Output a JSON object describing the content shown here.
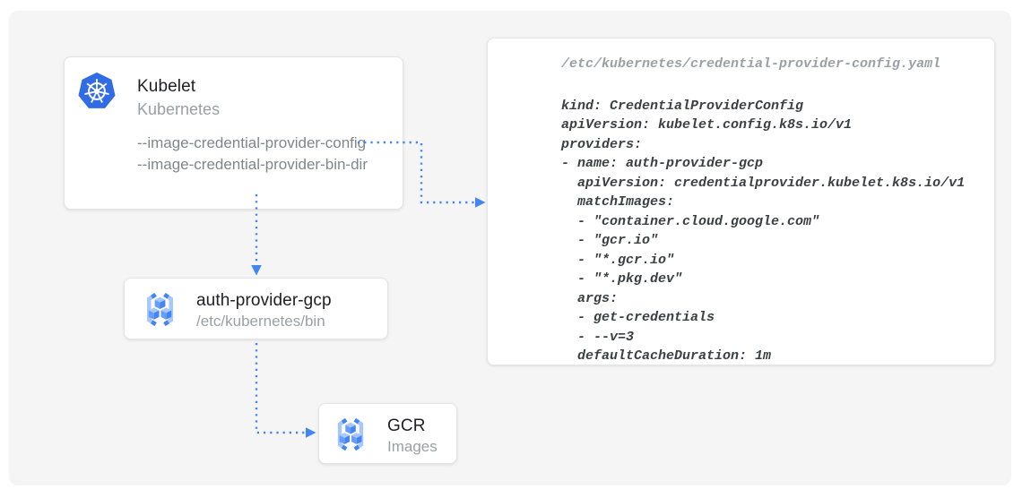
{
  "colors": {
    "arrow_blue": "#4285F4",
    "kubernetes_blue": "#326CE5",
    "registry_blue_dark": "#4285F4",
    "registry_blue_mid": "#669DF6",
    "registry_blue_light": "#A8C7FA",
    "panel_background": "#F5F5F6",
    "title_text": "#202124",
    "muted_text": "#9AA0A6",
    "flag_text": "#80868B"
  },
  "nodes": {
    "kubelet": {
      "title": "Kubelet",
      "subtitle": "Kubernetes",
      "flags": [
        "--image-credential-provider-config",
        "--image-credential-provider-bin-dir"
      ],
      "icon": "kubernetes-helm-icon"
    },
    "auth_provider": {
      "title": "auth-provider-gcp",
      "subtitle": "/etc/kubernetes/bin",
      "icon": "container-registry-icon"
    },
    "gcr": {
      "title": "GCR",
      "subtitle": "Images",
      "icon": "container-registry-icon"
    }
  },
  "code_panel": {
    "filename": "/etc/kubernetes/credential-provider-config.yaml",
    "code": "kind: CredentialProviderConfig\napiVersion: kubelet.config.k8s.io/v1\nproviders:\n- name: auth-provider-gcp\n  apiVersion: credentialprovider.kubelet.k8s.io/v1\n  matchImages:\n  - \"container.cloud.google.com\"\n  - \"gcr.io\"\n  - \"*.gcr.io\"\n  - \"*.pkg.dev\"\n  args:\n  - get-credentials\n  - --v=3\n  defaultCacheDuration: 1m"
  },
  "edges": [
    "kubelet-config-flag to credential-provider-config-yaml",
    "kubelet to auth-provider-gcp",
    "auth-provider-gcp to gcr-images"
  ]
}
